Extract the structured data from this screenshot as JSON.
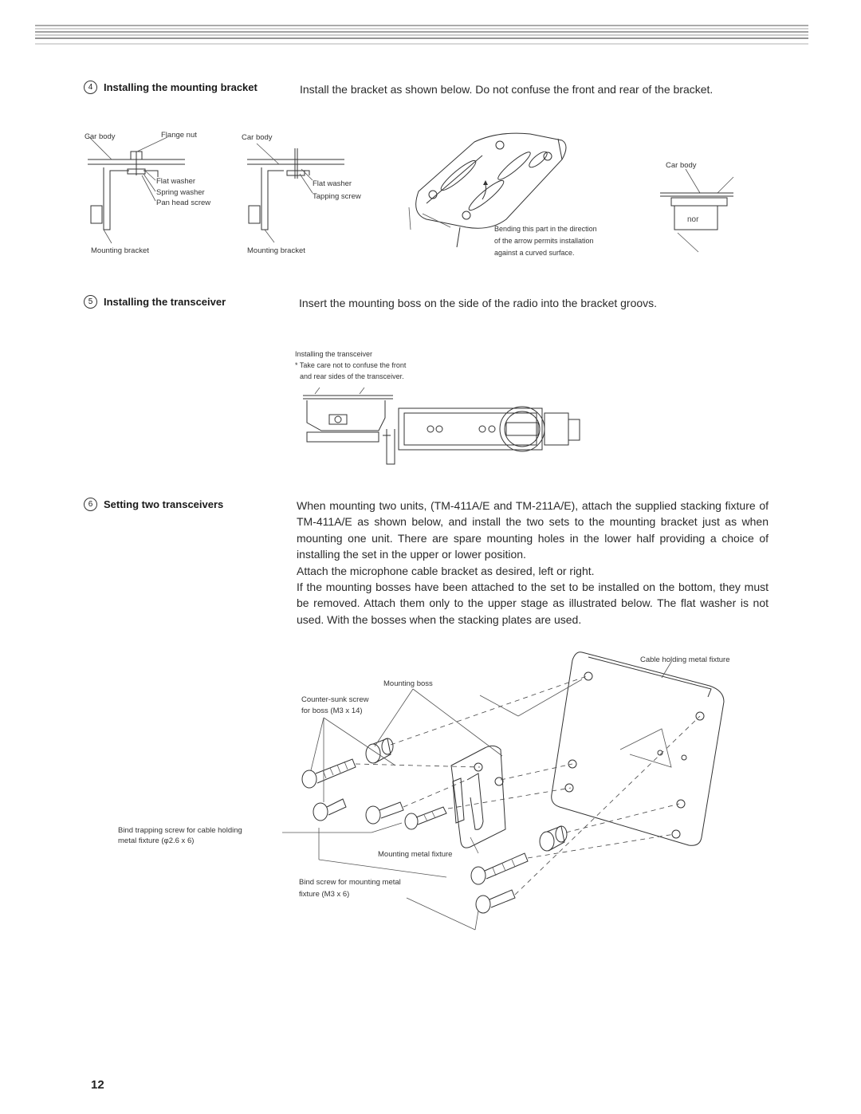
{
  "section4": {
    "number": "4",
    "title": "Installing the mounting bracket",
    "text": "Install the bracket as shown below. Do not confuse the front and rear of the bracket.",
    "fig_a": {
      "car_body": "Car body",
      "flange_nut": "Flange nut",
      "flat_washer": "Flat washer",
      "spring_washer": "Spring washer",
      "pan_head_screw": "Pan head screw",
      "mounting_bracket": "Mounting bracket"
    },
    "fig_b": {
      "car_body": "Car body",
      "flat_washer": "Flat washer",
      "tapping_screw": "Tapping screw",
      "mounting_bracket": "Mounting bracket"
    },
    "fig_c": {
      "note_line1": "Bending this part in the direction",
      "note_line2": "of the arrow permits installation",
      "note_line3": "against a curved surface."
    },
    "fig_d": {
      "car_body": "Car body"
    }
  },
  "section5": {
    "number": "5",
    "title": "Installing the transceiver",
    "text": "Insert the mounting boss on the side of the radio into the bracket groovs.",
    "caption_line1": "Installing the transceiver",
    "caption_line2": "* Take care not to confuse the front",
    "caption_line3": "and rear sides of the transceiver."
  },
  "section6": {
    "number": "6",
    "title": "Setting two transceivers",
    "para1": "When mounting two units, (TM-411A/E and TM-211A/E), attach the supplied stacking fixture of TM-411A/E as shown below, and install the two sets to the mounting bracket just as when mounting one unit. There are spare mounting holes in the lower half providing a choice of installing the set in the upper or lower position.",
    "para2": "Attach the microphone cable bracket as desired, left or right.",
    "para3": "If the mounting bosses have been attached to the set to be installed on the bottom, they must be removed. Attach them only to the upper stage as illustrated below. The flat washer is not used. With the bosses when the stacking plates are used.",
    "labels": {
      "cable_holding": "Cable holding metal fixture",
      "mounting_boss": "Mounting boss",
      "countersunk_line1": "Counter-sunk screw",
      "countersunk_line2": "for boss (M3 x 14)",
      "bind_trapping_line1": "Bind trapping screw for cable holding",
      "bind_trapping_line2": "metal fixture (φ2.6 x 6)",
      "mounting_metal_fixture": "Mounting metal fixture",
      "bind_screw_line1": "Bind screw for mounting metal",
      "bind_screw_line2": "fixture (M3 x 6)"
    }
  },
  "page_number": "12"
}
